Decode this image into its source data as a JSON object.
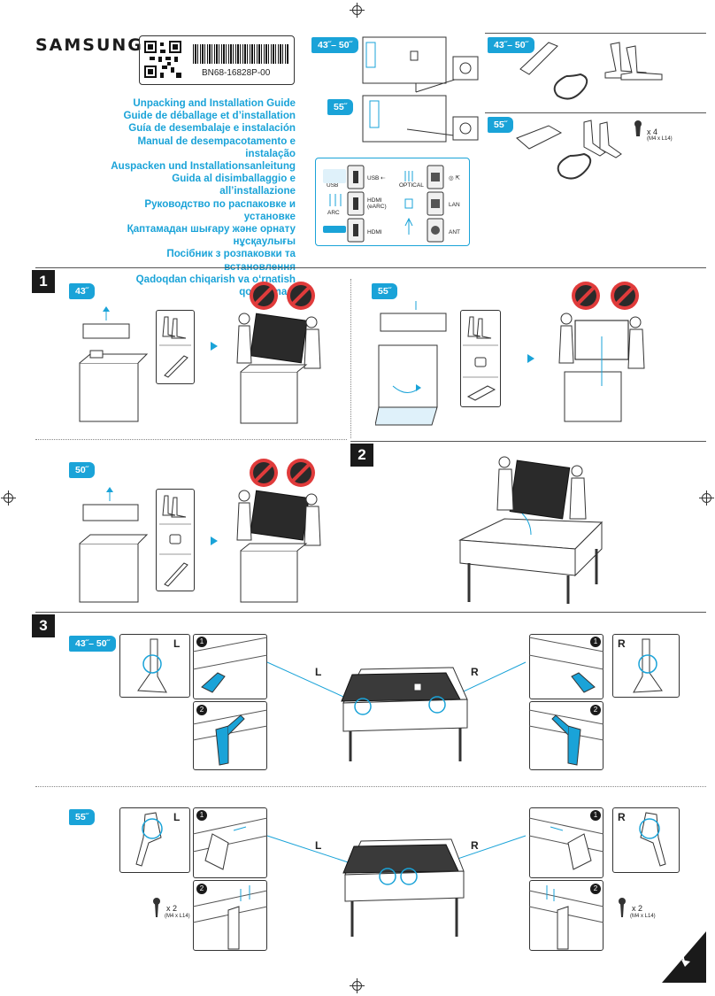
{
  "brand": "SAMSUNG",
  "label": {
    "code": "BN68-16828P-00"
  },
  "titles": [
    "Unpacking and Installation Guide",
    "Guide de déballage et d’installation",
    "Guía de desembalaje e instalación",
    "Manual de desempacotamento e instalação",
    "Auspacken und Installationsanleitung",
    "Guida al disimballaggio e all’installazione",
    "Руководство по распаковке и установке",
    "Қаптамадан шығару және орнату нұсқаулығы",
    "Посібник з розпаковки та встановлення",
    "Qadoqdan chiqarish va o‘rnatish qo‘llanmasi"
  ],
  "sizes": {
    "s43_50": "43˝– 50˝",
    "s55": "55˝",
    "s43": "43˝",
    "s50": "50˝"
  },
  "ports": {
    "usb_label": "USB",
    "usb": "USB ⇠",
    "optical_label": "OPTICAL",
    "arc_label": "ARC",
    "hdmi_earc": "HDMI (eARC)",
    "lan": "LAN",
    "hdmi": "HDMI",
    "ant": "ANT"
  },
  "screws": {
    "x4": "x 4",
    "m4_l14": "(M4 x L14)",
    "x2": "x 2"
  },
  "sections": [
    "1",
    "2",
    "3"
  ],
  "steps": [
    "1",
    "2"
  ],
  "sides": {
    "left": "L",
    "right": "R"
  },
  "colors": {
    "accent": "#1aa3d8",
    "prohibit": "#e03b3b",
    "dark": "#1a1a1a"
  }
}
